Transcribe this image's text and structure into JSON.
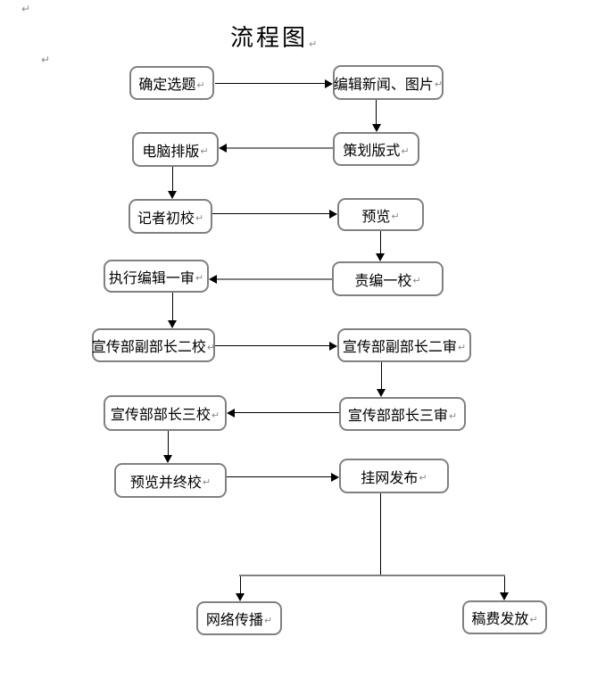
{
  "document": {
    "title": "流程图",
    "paragraph_mark": "↵"
  },
  "colors": {
    "background": "#ffffff",
    "box_border": "#808080",
    "connector_black": "#000000",
    "connector_gray": "#808080",
    "paragraph_mark_gray": "#8a8a8a",
    "text": "#000000"
  },
  "flowchart": {
    "type": "flowchart",
    "nodes": [
      {
        "label": "确定选题"
      },
      {
        "label": "编辑新闻、图片"
      },
      {
        "label": "电脑排版"
      },
      {
        "label": "策划版式"
      },
      {
        "label": "记者初校"
      },
      {
        "label": "预览"
      },
      {
        "label": "执行编辑一审"
      },
      {
        "label": "责编一校"
      },
      {
        "label": "宣传部副部长二校"
      },
      {
        "label": "宣传部副部长二审"
      },
      {
        "label": "宣传部部长三校"
      },
      {
        "label": "宣传部部长三审"
      },
      {
        "label": "预览并终校"
      },
      {
        "label": "挂网发布"
      },
      {
        "label": "网络传播"
      },
      {
        "label": "稿费发放"
      }
    ],
    "edges": [
      {
        "from": "确定选题",
        "to": "编辑新闻、图片",
        "style": "thin-black"
      },
      {
        "from": "编辑新闻、图片",
        "to": "策划版式",
        "style": "thin-black"
      },
      {
        "from": "策划版式",
        "to": "电脑排版",
        "style": "thick-gray"
      },
      {
        "from": "电脑排版",
        "to": "记者初校",
        "style": "thin-black"
      },
      {
        "from": "记者初校",
        "to": "预览",
        "style": "thin-black"
      },
      {
        "from": "预览",
        "to": "责编一校",
        "style": "thin-black"
      },
      {
        "from": "责编一校",
        "to": "执行编辑一审",
        "style": "thick-gray"
      },
      {
        "from": "执行编辑一审",
        "to": "宣传部副部长二校",
        "style": "thin-black"
      },
      {
        "from": "宣传部副部长二校",
        "to": "宣传部副部长二审",
        "style": "thin-black"
      },
      {
        "from": "宣传部副部长二审",
        "to": "宣传部部长三审",
        "style": "thin-black"
      },
      {
        "from": "宣传部部长三审",
        "to": "宣传部部长三校",
        "style": "thin-black"
      },
      {
        "from": "宣传部部长三校",
        "to": "预览并终校",
        "style": "thin-black"
      },
      {
        "from": "预览并终校",
        "to": "挂网发布",
        "style": "thin-black"
      },
      {
        "from": "挂网发布",
        "to": "网络传播",
        "style": "branch"
      },
      {
        "from": "挂网发布",
        "to": "稿费发放",
        "style": "branch"
      }
    ]
  }
}
